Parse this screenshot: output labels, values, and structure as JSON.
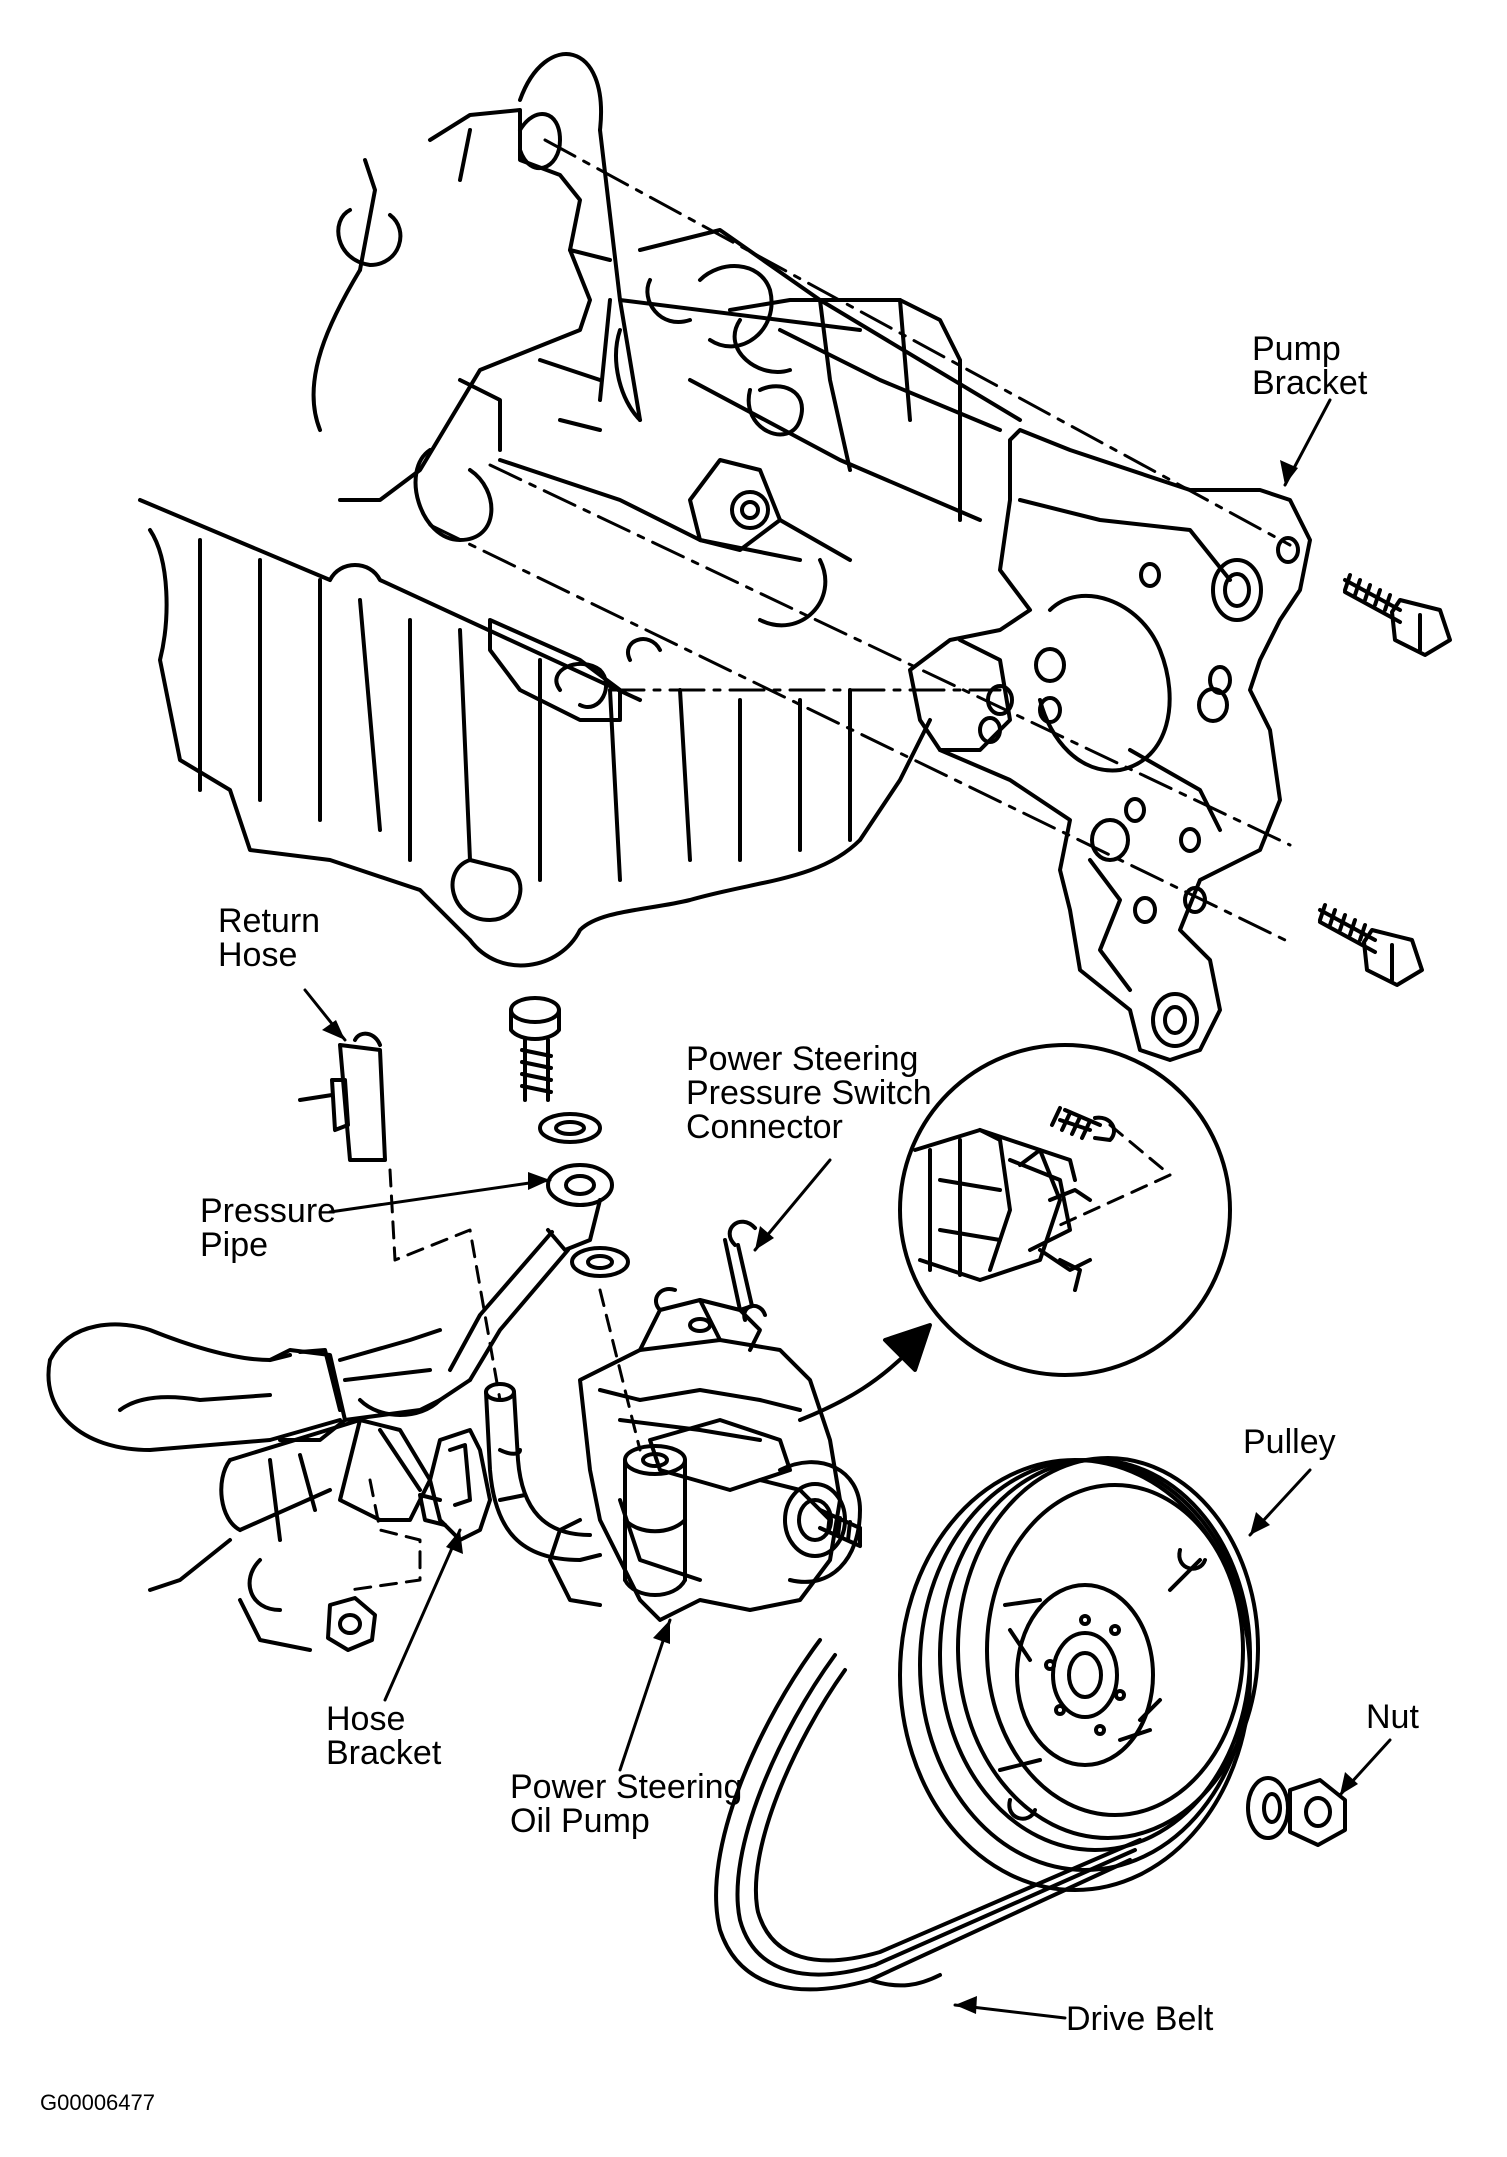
{
  "labels": {
    "pump_bracket": [
      "Pump",
      "Bracket"
    ],
    "return_hose": [
      "Return",
      "Hose"
    ],
    "pressure_switch_connector": [
      "Power Steering",
      "Pressure Switch",
      "Connector"
    ],
    "pressure_pipe": [
      "Pressure",
      "Pipe"
    ],
    "pulley": [
      "Pulley"
    ],
    "nut": [
      "Nut"
    ],
    "hose_bracket": [
      "Hose",
      "Bracket"
    ],
    "oil_pump": [
      "Power Steering",
      "Oil Pump"
    ],
    "drive_belt": [
      "Drive Belt"
    ]
  },
  "figure_id": "G00006477"
}
